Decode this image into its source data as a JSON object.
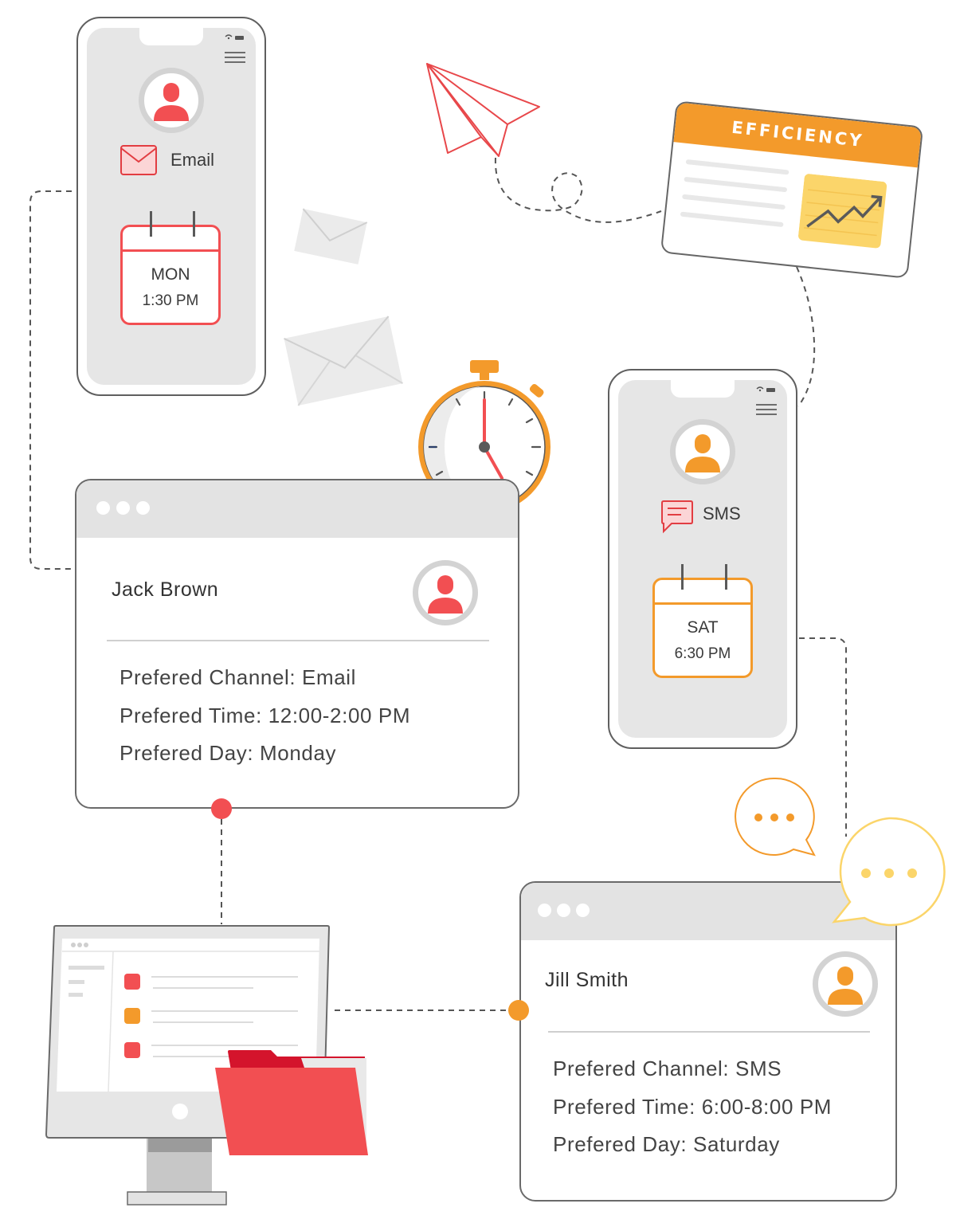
{
  "phone_email": {
    "channel": "Email",
    "day": "MON",
    "time": "1:30 PM"
  },
  "phone_sms": {
    "channel": "SMS",
    "day": "SAT",
    "time": "6:30 PM"
  },
  "efficiency_card": {
    "title": "EFFICIENCY"
  },
  "card_jack": {
    "name": "Jack Brown",
    "channel": "Prefered Channel: Email",
    "time": "Prefered Time: 12:00-2:00 PM",
    "day": "Prefered Day: Monday"
  },
  "card_jill": {
    "name": "Jill Smith",
    "channel": "Prefered Channel: SMS",
    "time": "Prefered Time: 6:00-8:00 PM",
    "day": "Prefered Day: Saturday"
  },
  "colors": {
    "red": "#f24f52",
    "orange": "#f39a2b",
    "yellow": "#fbd56a",
    "gray": "#e6e6e6"
  },
  "icons": [
    "user-icon",
    "envelope-icon",
    "sms-icon",
    "calendar-icon",
    "paper-plane-icon",
    "stopwatch-icon",
    "chat-bubble-icon",
    "monitor-icon",
    "folder-icon",
    "trend-chart-icon"
  ]
}
